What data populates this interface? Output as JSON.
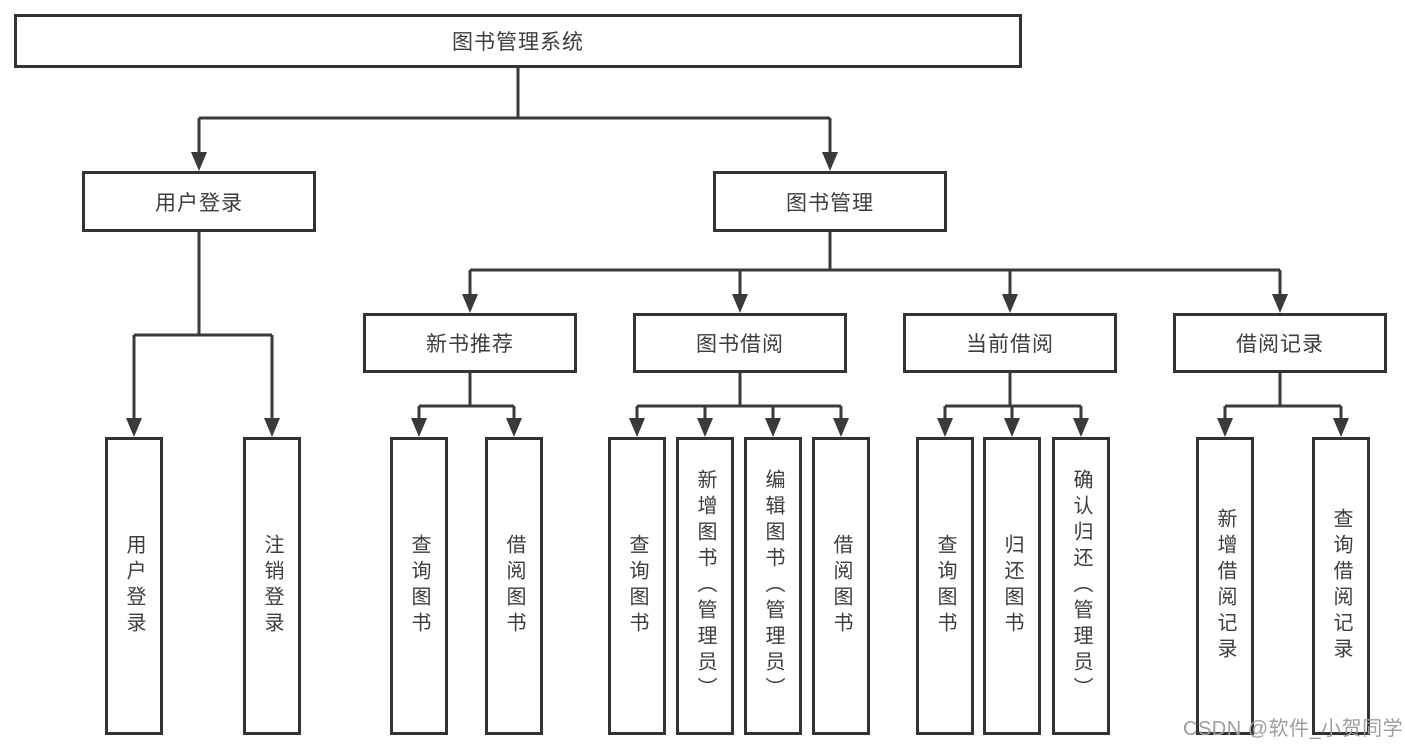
{
  "diagram": {
    "type": "tree",
    "title": "图书管理系统",
    "watermark": "CSDN @软件_小贺同学",
    "colors": {
      "line": "#3a3a3a",
      "box_border": "#333333",
      "text": "#3d3d3d",
      "watermark": "#9e9e9e",
      "background": "#ffffff"
    },
    "nodes": {
      "root": {
        "label": "图书管理系统",
        "level": 0,
        "parent": null
      },
      "user_login": {
        "label": "用户登录",
        "level": 1,
        "parent": "root"
      },
      "book_mgmt": {
        "label": "图书管理",
        "level": 1,
        "parent": "root"
      },
      "leaf_user_login": {
        "label": "用户登录",
        "level": 2,
        "parent": "user_login"
      },
      "leaf_logout": {
        "label": "注销登录",
        "level": 2,
        "parent": "user_login"
      },
      "new_book_rec": {
        "label": "新书推荐",
        "level": 2,
        "parent": "book_mgmt"
      },
      "book_borrow": {
        "label": "图书借阅",
        "level": 2,
        "parent": "book_mgmt"
      },
      "current_borrow": {
        "label": "当前借阅",
        "level": 2,
        "parent": "book_mgmt"
      },
      "borrow_record": {
        "label": "借阅记录",
        "level": 2,
        "parent": "book_mgmt"
      },
      "rec_query": {
        "label": "查询图书",
        "level": 3,
        "parent": "new_book_rec"
      },
      "rec_borrow": {
        "label": "借阅图书",
        "level": 3,
        "parent": "new_book_rec"
      },
      "bb_query": {
        "label": "查询图书",
        "level": 3,
        "parent": "book_borrow"
      },
      "bb_add": {
        "label": "新增图书（管理员）",
        "level": 3,
        "parent": "book_borrow"
      },
      "bb_edit": {
        "label": "编辑图书（管理员）",
        "level": 3,
        "parent": "book_borrow"
      },
      "bb_borrow": {
        "label": "借阅图书",
        "level": 3,
        "parent": "book_borrow"
      },
      "cb_query": {
        "label": "查询图书",
        "level": 3,
        "parent": "current_borrow"
      },
      "cb_return": {
        "label": "归还图书",
        "level": 3,
        "parent": "current_borrow"
      },
      "cb_confirm": {
        "label": "确认归还（管理员）",
        "level": 3,
        "parent": "current_borrow"
      },
      "br_add": {
        "label": "新增借阅记录",
        "level": 3,
        "parent": "borrow_record"
      },
      "br_query": {
        "label": "查询借阅记录",
        "level": 3,
        "parent": "borrow_record"
      }
    }
  }
}
